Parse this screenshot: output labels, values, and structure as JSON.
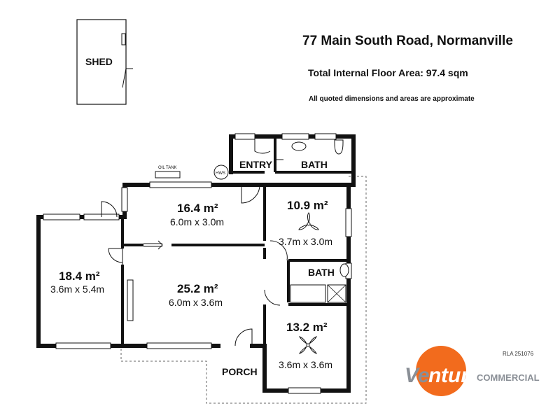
{
  "header": {
    "address": "77 Main South Road, Normanville",
    "floor_area": "Total Internal Floor Area: 97.4 sqm",
    "disclaimer": "All quoted dimensions and areas are approximate"
  },
  "labels": {
    "shed": "SHED",
    "oil_tank": "OIL TANK",
    "hws": "HWS",
    "entry": "ENTRY",
    "bath_top": "BATH",
    "bath_mid": "BATH",
    "porch": "PORCH"
  },
  "rooms": {
    "room_top_center": {
      "area": "16.4 m²",
      "dims": "6.0m x 3.0m"
    },
    "bedroom_top_right": {
      "area": "10.9 m²",
      "dims": "3.7m x 3.0m"
    },
    "room_left": {
      "area": "18.4 m²",
      "dims": "3.6m x 5.4m"
    },
    "living": {
      "area": "25.2 m²",
      "dims": "6.0m  x 3.6m"
    },
    "bedroom_bottom_right": {
      "area": "13.2 m²",
      "dims": "3.6m x 3.6m"
    }
  },
  "footer": {
    "rla": "RLA 251076"
  },
  "logo": {
    "word_left": "Ve",
    "word_right": "ture",
    "word_brand": "COMMERCIAL",
    "orange": "#f26b1d",
    "grey": "#8a8f96"
  }
}
